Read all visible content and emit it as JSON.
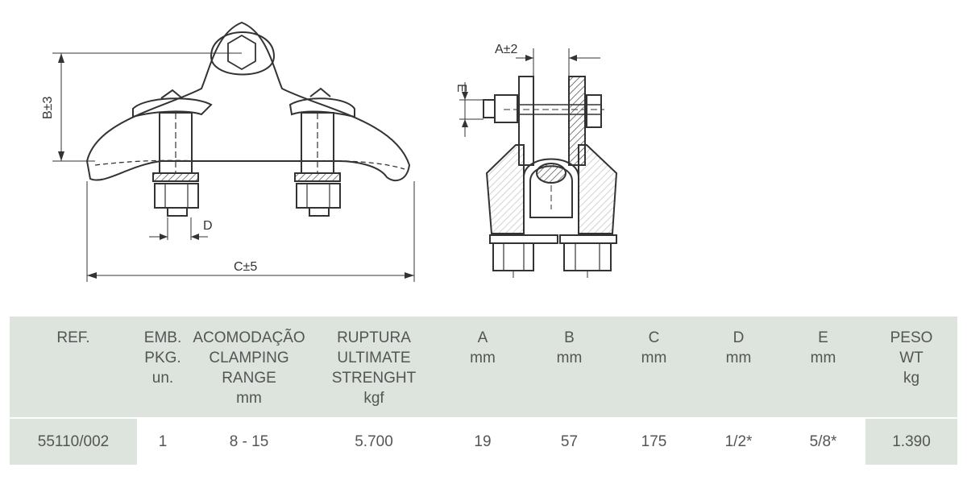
{
  "drawing": {
    "front_view": {
      "dim_b_label": "B±3",
      "dim_c_label": "C±5",
      "dim_d_label": "D"
    },
    "side_view": {
      "dim_a_label": "A±2",
      "dim_e_label": "E"
    }
  },
  "table": {
    "headers": [
      [
        "REF."
      ],
      [
        "EMB.",
        "PKG.",
        "un."
      ],
      [
        "ACOMODAÇÃO",
        "CLAMPING",
        "RANGE",
        "mm"
      ],
      [
        "RUPTURA",
        "ULTIMATE",
        "STRENGHT",
        "kgf"
      ],
      [
        "A",
        "mm"
      ],
      [
        "B",
        "mm"
      ],
      [
        "C",
        "mm"
      ],
      [
        "D",
        "mm"
      ],
      [
        "E",
        "mm"
      ],
      [
        "PESO",
        "WT",
        "kg"
      ]
    ],
    "rows": [
      [
        "55110/002",
        "1",
        "8 - 15",
        "5.700",
        "19",
        "57",
        "175",
        "1/2*",
        "5/8*",
        "1.390"
      ]
    ],
    "colors": {
      "header_bg": "#dce4dd",
      "text": "#555555"
    }
  }
}
